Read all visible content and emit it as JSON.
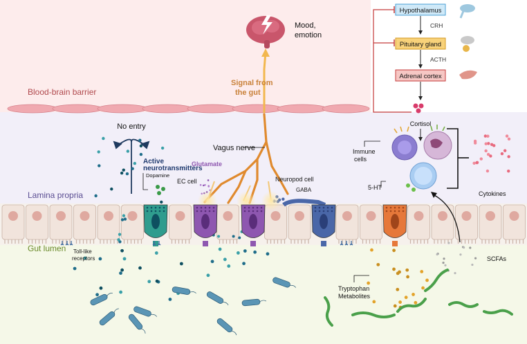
{
  "regions": {
    "bbb": "Blood-brain barrier",
    "lamina": "Lamina propria",
    "lumen": "Gut lumen"
  },
  "brain": {
    "label_line1": "Mood,",
    "label_line2": "emotion"
  },
  "signal": {
    "line1": "Signal from",
    "line2": "the gut"
  },
  "hpa": {
    "hypothalamus": "Hypothalamus",
    "crh": "CRH",
    "pituitary": "Pituitary gland",
    "acth": "ACTH",
    "adrenal": "Adrenal cortex",
    "cortisol": "Cortisol"
  },
  "labels": {
    "no_entry": "No entry",
    "vagus": "Vagus nerve",
    "active_line1": "Active",
    "active_line2": "neurotransmitters",
    "glutamate": "Glutamate",
    "dopamine": "Dopamine",
    "ec_cell": "EC cell",
    "neuropod": "Neuropod cell",
    "gaba": "GABA",
    "immune_line1": "Immune",
    "immune_line2": "cells",
    "cytokines": "Cytokines",
    "ht5": "5-HT",
    "scfas": "SCFAs",
    "tlr_line1": "Toll-like",
    "tlr_line2": "receptors",
    "trp_line1": "Tryptophan",
    "trp_line2": "Metabolites"
  },
  "colors": {
    "bbb_bg": "#fdecec",
    "lamina_bg": "#f2eff9",
    "lumen_bg": "#f5f8e8",
    "vagus": "#e08a2e",
    "ec_cell": "#8e57b0",
    "enteroendo": "#2f9c8e",
    "neuropod": "#4a67a8",
    "serotonin_cell": "#e6783a",
    "neurotransmitter": "#1f6d8a",
    "hypothalamus_box": "#cfe9f8",
    "pituitary_box": "#f8d27a",
    "adrenal_box": "#f6c7c4",
    "bacteria_blue": "#5a95b5",
    "bacteria_green": "#4aa04a"
  }
}
